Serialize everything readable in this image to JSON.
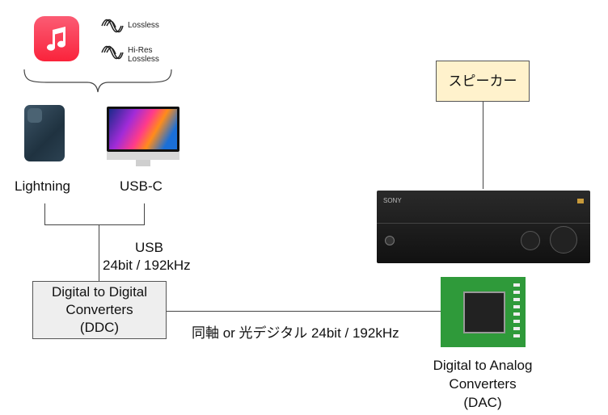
{
  "sources": {
    "lossless": "Lossless",
    "hires_line1": "Hi-Res",
    "hires_line2": "Lossless"
  },
  "devices": {
    "lightning": "Lightning",
    "usbc": "USB-C"
  },
  "usb_link": {
    "label1": "USB",
    "label2": "24bit / 192kHz"
  },
  "ddc": {
    "line1": "Digital to Digital",
    "line2": "Converters",
    "line3": "(DDC)"
  },
  "digital_link": "同軸 or 光デジタル 24bit / 192kHz",
  "speaker": "スピーカー",
  "receiver": {
    "brand": "SONY"
  },
  "dac": {
    "line1": "Digital to Analog",
    "line2": "Converters",
    "line3": "(DAC)"
  },
  "colors": {
    "music_red": "#fa233b",
    "ddc_fill": "#eeeeee",
    "speaker_fill": "#fff2cc"
  }
}
